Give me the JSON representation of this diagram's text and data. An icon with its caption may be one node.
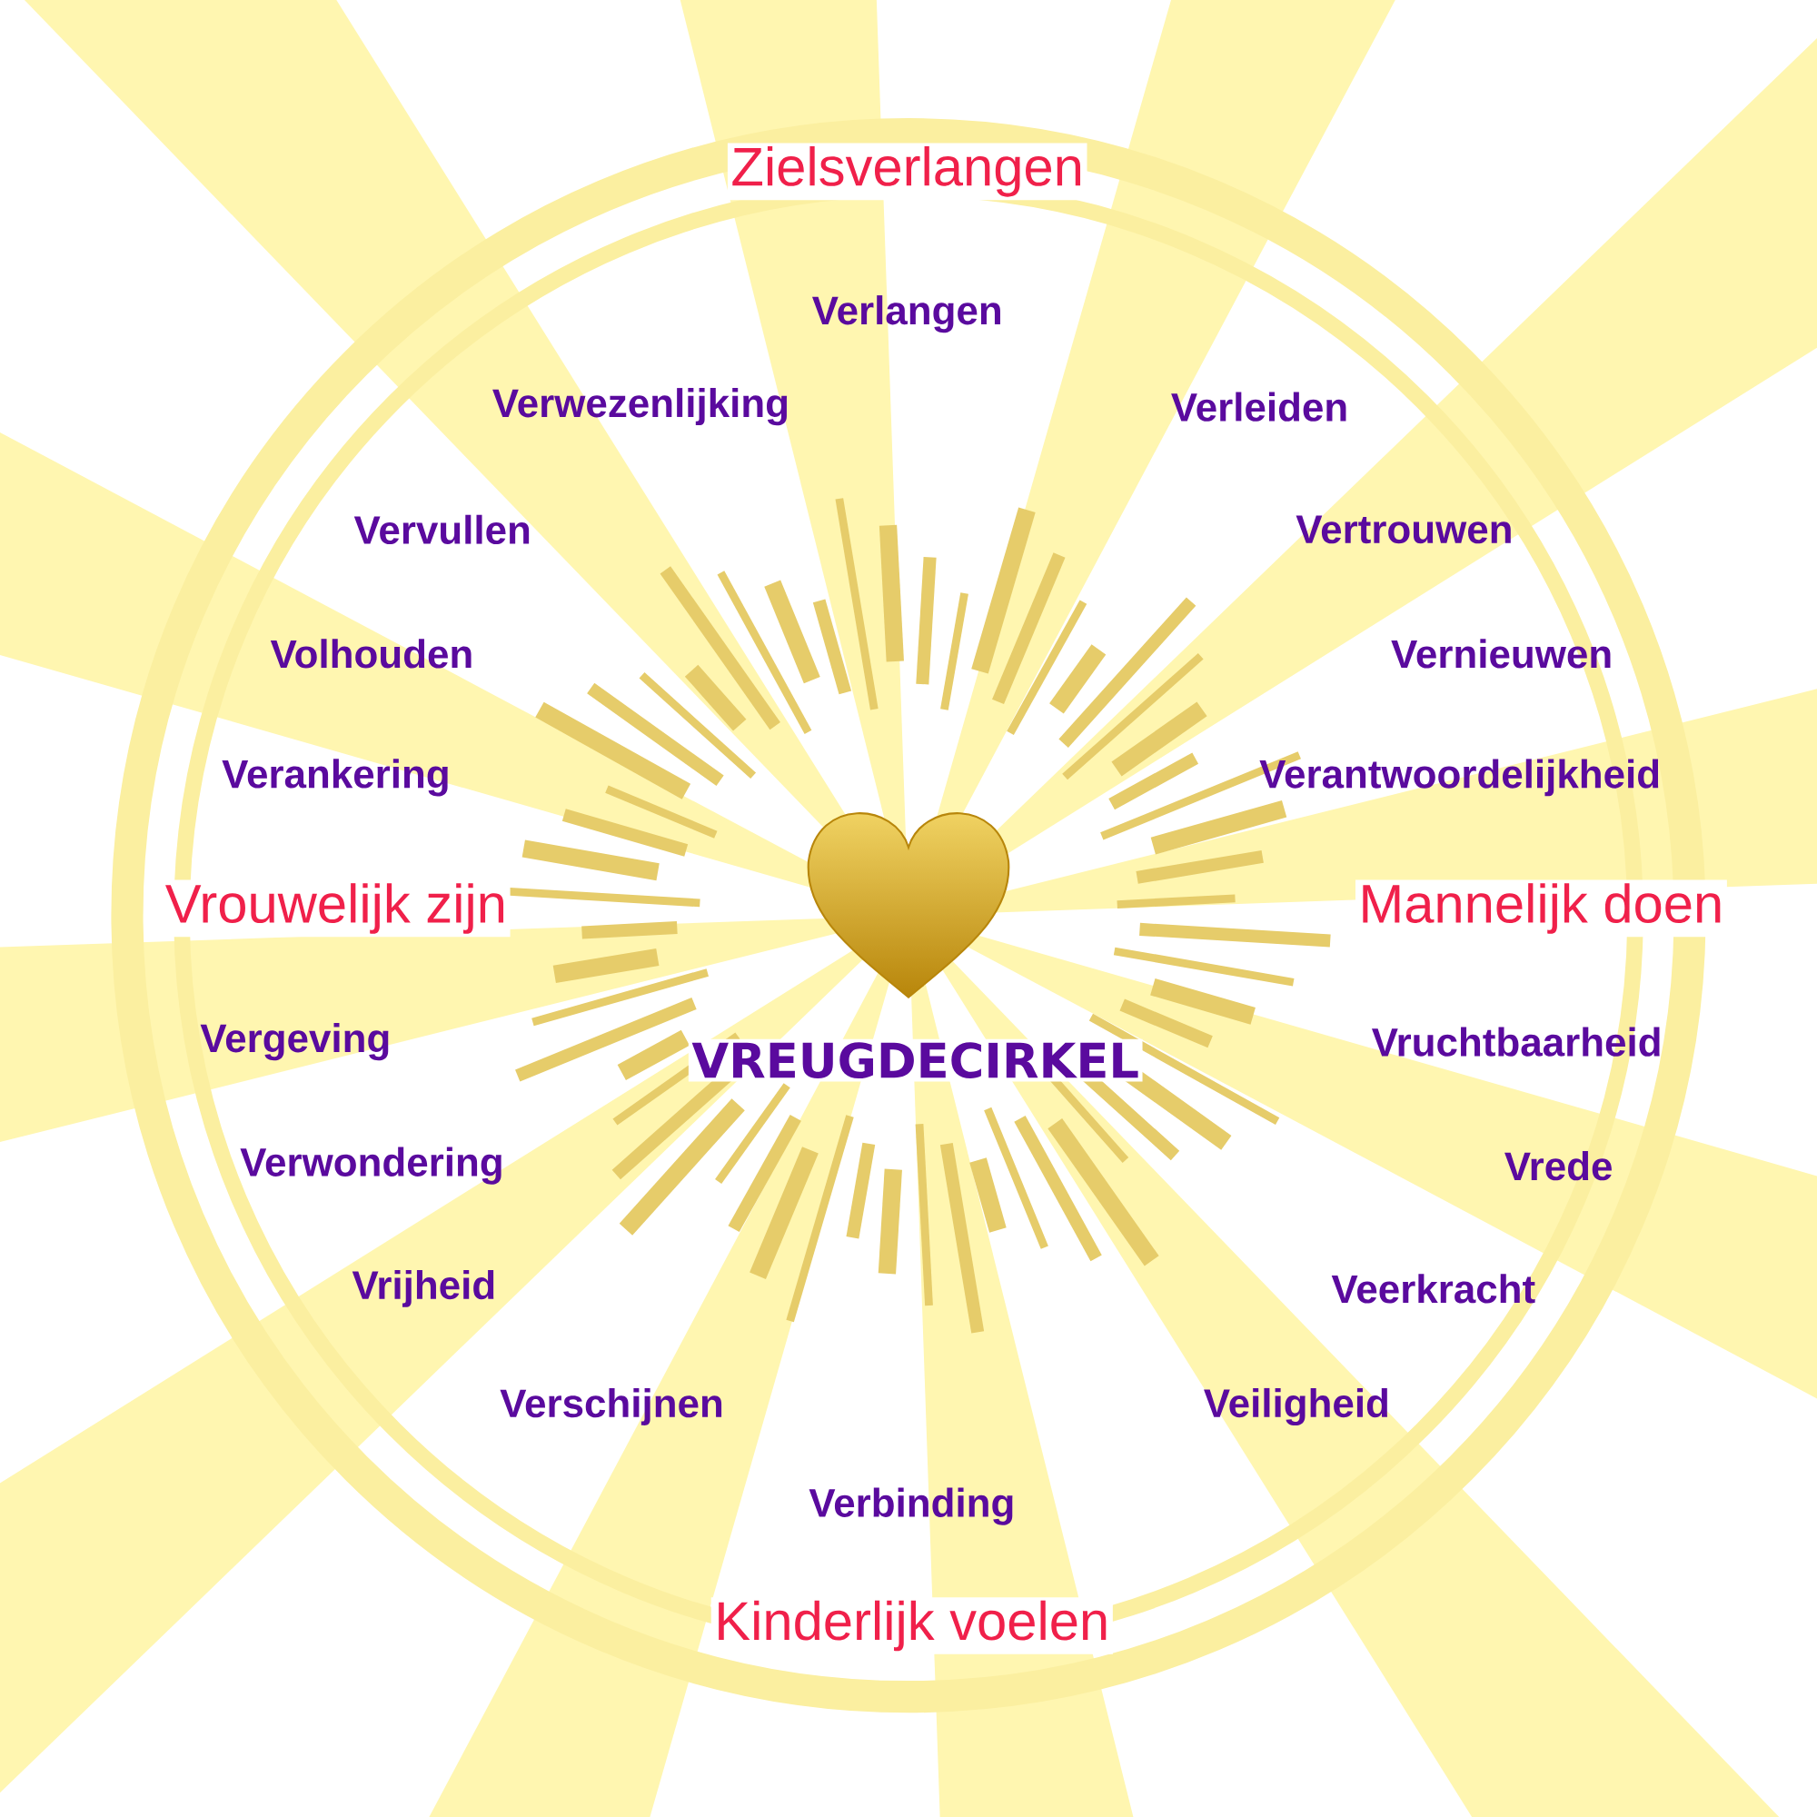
{
  "diagram": {
    "title": "VREUGDECIRKEL",
    "labels": [
      "Zielsverlangen",
      "Verlangen",
      "Verwezenlijking",
      "Verleiden",
      "Vervullen",
      "Vertrouwen",
      "Volhouden",
      "Vernieuwen",
      "Verankering",
      "Verantwoordelijkheid",
      "Vrouwelijk zijn",
      "Mannelijk doen",
      "Vergeving",
      "Vruchtbaarheid",
      "Verwondering",
      "Vrede",
      "Vrijheid",
      "Veerkracht",
      "Verschijnen",
      "Veiligheid",
      "Verbinding",
      "Kinderlijk voelen"
    ]
  }
}
